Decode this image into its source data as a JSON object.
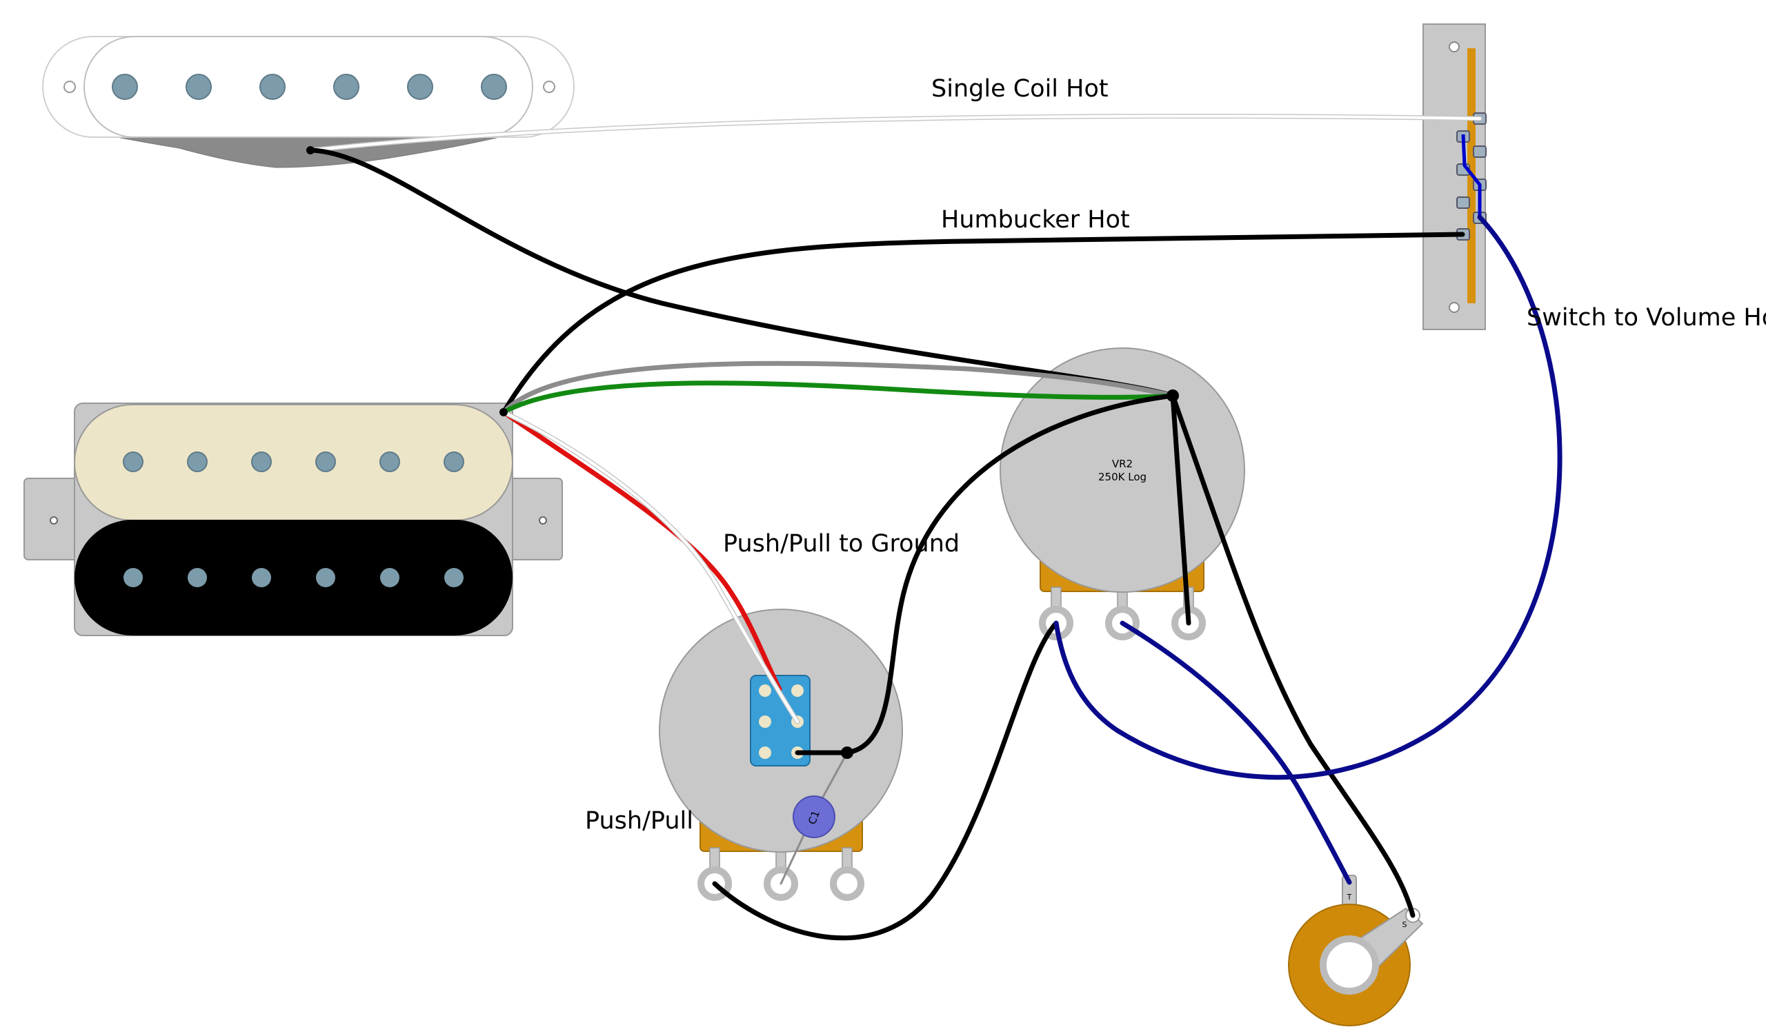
{
  "labels": {
    "single_coil_hot": "Single Coil Hot",
    "humbucker_hot": "Humbucker Hot",
    "switch_to_volume_hot": "Switch to Volume Hot",
    "push_pull_to_ground": "Push/Pull to Ground",
    "push_pull": "Push/Pull"
  },
  "volume_pot": {
    "ref": "VR2",
    "value": "250K Log"
  },
  "capacitor": {
    "ref": "C1"
  },
  "jack": {
    "tip_marker": "T",
    "sleeve_marker": "S"
  },
  "colors": {
    "wire_black": "#000000",
    "wire_white": "#ffffff",
    "wire_gray": "#8c8c8c",
    "wire_green": "#128a12",
    "wire_red": "#e01010",
    "wire_blue": "#0a0a8c",
    "pot_body": "#c8c8c8",
    "pot_base": "#d6920f",
    "bobbin_cream": "#ede5c8",
    "bobbin_black": "#000000",
    "pole_piece": "#7d9cab",
    "switch_blue": "#3a9fd6",
    "capacitor": "#6c6ed6",
    "jack_body": "#d08a0a"
  }
}
